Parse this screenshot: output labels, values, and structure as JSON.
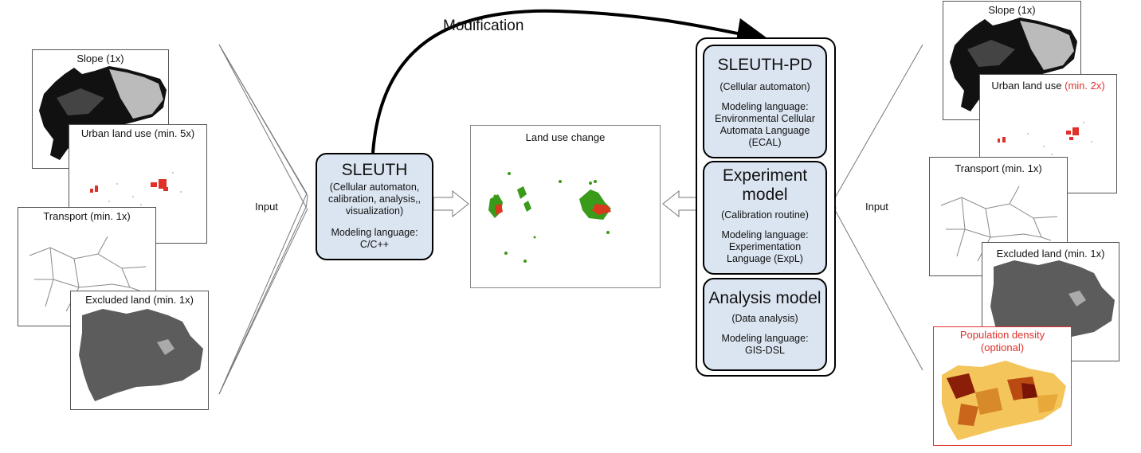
{
  "modification_label": "Modification",
  "left_inputs": {
    "input_label": "Input",
    "slope": "Slope (1x)",
    "urban": "Urban land use (min. 5x)",
    "transport": "Transport (min. 1x)",
    "excluded": "Excluded land (min. 1x)"
  },
  "sleuth": {
    "title": "SLEUTH",
    "description": "(Cellular automaton, calibration, analysis,, visualization)",
    "language_label": "Modeling language:",
    "language": "C/C++"
  },
  "land_use_change": {
    "title": "Land use change"
  },
  "sleuth_pd": {
    "main": {
      "title": "SLEUTH-PD",
      "description": "(Cellular automaton)",
      "language_label": "Modeling language:",
      "language": "Environmental Cellular Automata Language (ECAL)"
    },
    "experiment": {
      "title": "Experiment model",
      "description": "(Calibration routine)",
      "language_label": "Modeling language:",
      "language": "Experimentation Language (ExpL)"
    },
    "analysis": {
      "title": "Analysis model",
      "description": "(Data analysis)",
      "language_label": "Modeling language:",
      "language": "GIS-DSL"
    }
  },
  "right_inputs": {
    "input_label": "Input",
    "slope": "Slope (1x)",
    "urban_prefix": "Urban land use",
    "urban_highlight": "(min. 2x)",
    "transport": "Transport (min. 1x)",
    "excluded": "Excluded land (min. 1x)",
    "population": "Population density",
    "population_note": "(optional)"
  },
  "colors": {
    "box_fill": "#dbe5f1",
    "highlight": "#e0302a",
    "growth_green": "#3a9a1a",
    "urban_red": "#d83a20",
    "excluded_gray": "#5c5c5c"
  }
}
